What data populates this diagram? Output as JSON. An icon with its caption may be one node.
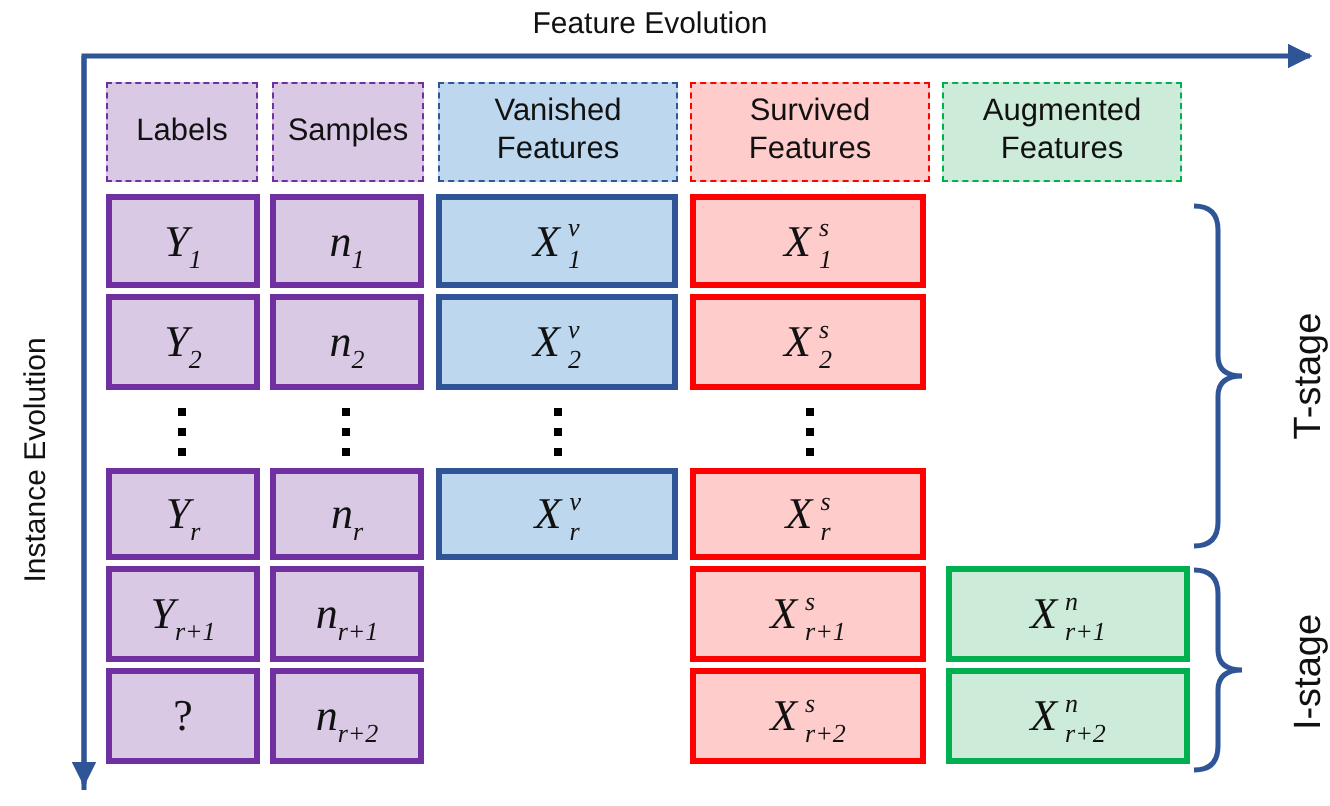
{
  "diagram": {
    "nodes": [
      {
        "text": [
          "Labels"
        ]
      },
      {
        "text": [
          "Samples"
        ]
      },
      {
        "text": [
          "Vanished Features"
        ]
      },
      {
        "text": [
          "Survived Features"
        ]
      },
      {
        "text": [
          "Augmented Features"
        ]
      },
      {
        "text": [
          "*Y*$_{1}$"
        ]
      },
      {
        "text": [
          "*n*$_{1}$"
        ]
      },
      {
        "text": [
          "*X*$^{v}$$_{1}$"
        ]
      },
      {
        "text": [
          "*X*$^{s}$$_{1}$"
        ]
      },
      {
        "text": [
          "*Y*$_{2}$"
        ]
      },
      {
        "text": [
          "*n*$_{2}$"
        ]
      },
      {
        "text": [
          "*X*$^{v}$$_{2}$"
        ]
      },
      {
        "text": [
          "*X*$^{s}$$_{2}$"
        ]
      },
      {
        "text": [
          "*Y*$_{r}$"
        ]
      },
      {
        "text": [
          "*n*$_{r}$"
        ]
      },
      {
        "text": [
          "*X*$^{v}$$_{r}$"
        ]
      },
      {
        "text": [
          "*X*$^{s}$$_{r}$"
        ]
      },
      {
        "text": [
          "*Y*$_{r+1}$"
        ]
      },
      {
        "text": [
          "*n*$_{r+1}$"
        ]
      },
      {
        "text": [
          "*X*$^{s}$$_{r+1}$"
        ]
      },
      {
        "text": [
          "*X*$^{n}$$_{r+1}$"
        ]
      },
      {
        "text": [
          "?"
        ]
      },
      {
        "text": [
          "*n*$_{r+2}$"
        ]
      },
      {
        "text": [
          "*X*$^{s}$$_{r+2}$"
        ]
      },
      {
        "text": [
          "*X*$^{n}$$_{r+2}$"
        ]
      }
    ],
    "labels": [
      "Feature Evolution",
      "Instance Evolution",
      "T-stage",
      "I-stage"
    ]
  }
}
